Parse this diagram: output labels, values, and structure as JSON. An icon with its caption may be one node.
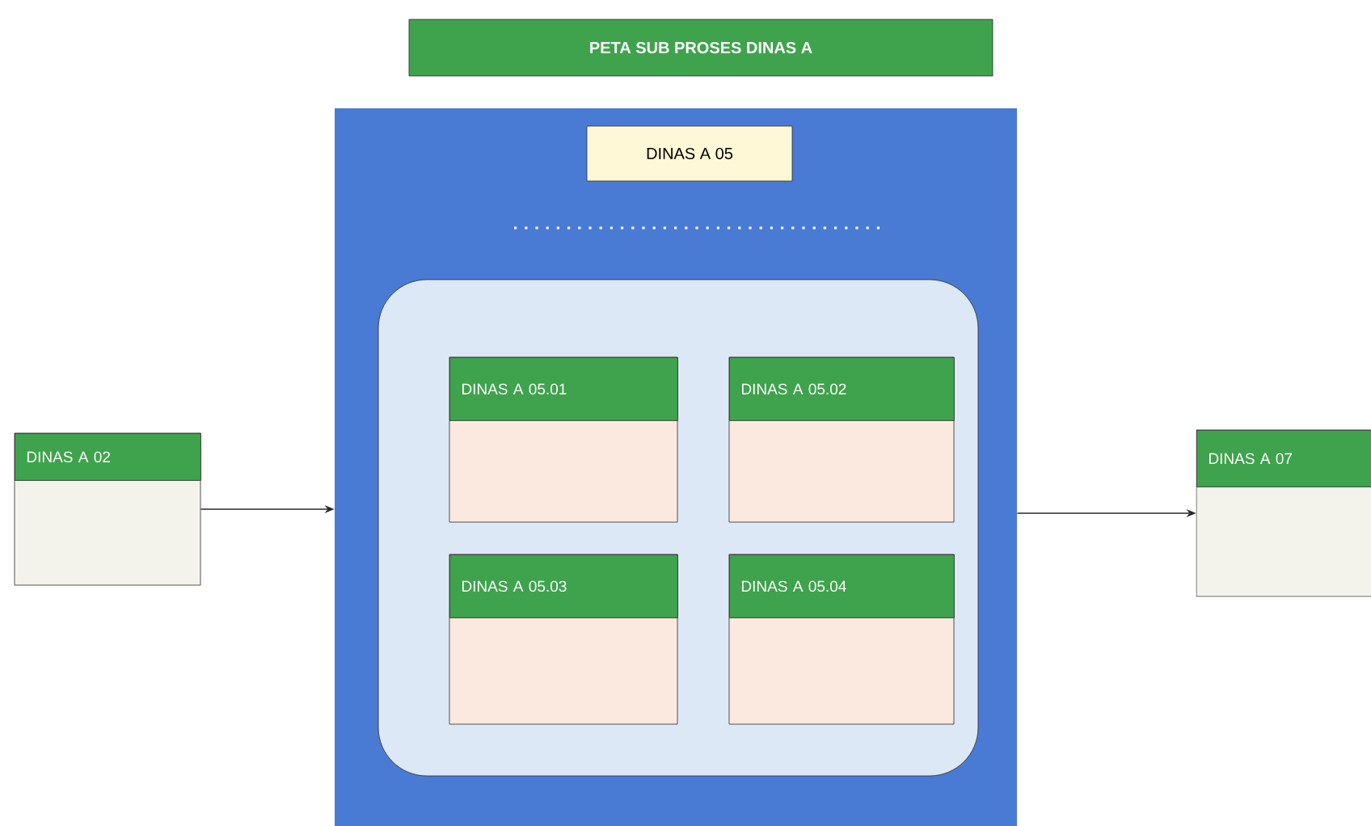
{
  "diagram": {
    "nodes": [
      {
        "text": [
          "PETA SUB PROSES DINAS A"
        ]
      },
      {
        "text": [],
        "shape": "box"
      },
      {
        "text": [
          "DINAS A 05"
        ],
        "in": 1
      },
      {
        "text": [],
        "shape": "box",
        "in": 1
      },
      {
        "text": [
          "DINAS A 05.01"
        ],
        "in": 3
      },
      {
        "text": [
          "DINAS A 05.02"
        ],
        "in": 3
      },
      {
        "text": [
          "DINAS A 05.03"
        ],
        "in": 3
      },
      {
        "text": [
          "DINAS A 05.04"
        ],
        "in": 3
      },
      {
        "text": [
          "DINAS A 02"
        ]
      },
      {
        "text": [
          "DINAS A 07"
        ]
      }
    ],
    "edges": [
      {
        "from": 8,
        "to": 1,
        "arrow": "to"
      },
      {
        "from": 1,
        "to": 9,
        "arrow": "to"
      }
    ]
  }
}
